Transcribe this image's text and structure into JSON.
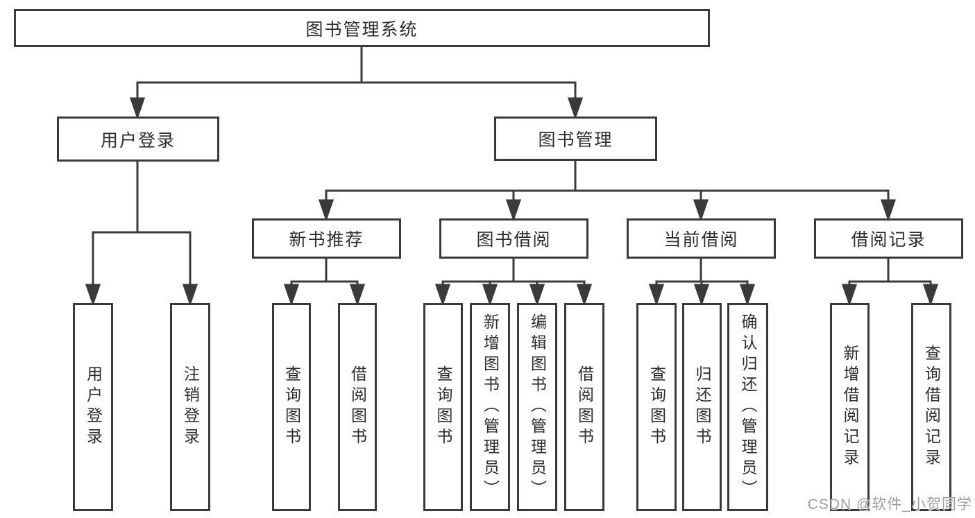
{
  "watermark": "CSDN @软件_小贺同学",
  "colors": {
    "line": "#3a3a3a",
    "box_border": "#3a3a3a",
    "box_background": "#ffffff",
    "text": "#2d2d2d",
    "watermark": "#9e9e9e"
  },
  "nodes": {
    "root": {
      "label": "图书管理系统",
      "children": [
        "user_login",
        "book_mgmt"
      ]
    },
    "user_login": {
      "label": "用户登录",
      "children": [
        "ul_login",
        "ul_logout"
      ]
    },
    "book_mgmt": {
      "label": "图书管理",
      "children": [
        "new_book_rec",
        "book_borrow",
        "current_borrow",
        "borrow_record"
      ]
    },
    "new_book_rec": {
      "label": "新书推荐",
      "children": [
        "nbr_query",
        "nbr_borrow"
      ]
    },
    "book_borrow": {
      "label": "图书借阅",
      "children": [
        "bb_query",
        "bb_add",
        "bb_edit",
        "bb_borrow"
      ]
    },
    "current_borrow": {
      "label": "当前借阅",
      "children": [
        "cb_query",
        "cb_return",
        "cb_confirm"
      ]
    },
    "borrow_record": {
      "label": "借阅记录",
      "children": [
        "br_add",
        "br_query"
      ]
    },
    "ul_login": {
      "label": "用户登录"
    },
    "ul_logout": {
      "label": "注销登录"
    },
    "nbr_query": {
      "label": "查询图书"
    },
    "nbr_borrow": {
      "label": "借阅图书"
    },
    "bb_query": {
      "label": "查询图书"
    },
    "bb_add": {
      "label": "新增图书（管理员）"
    },
    "bb_edit": {
      "label": "编辑图书（管理员）"
    },
    "bb_borrow": {
      "label": "借阅图书"
    },
    "cb_query": {
      "label": "查询图书"
    },
    "cb_return": {
      "label": "归还图书"
    },
    "cb_confirm": {
      "label": "确认归还（管理员）"
    },
    "br_add": {
      "label": "新增借阅记录"
    },
    "br_query": {
      "label": "查询借阅记录"
    }
  }
}
